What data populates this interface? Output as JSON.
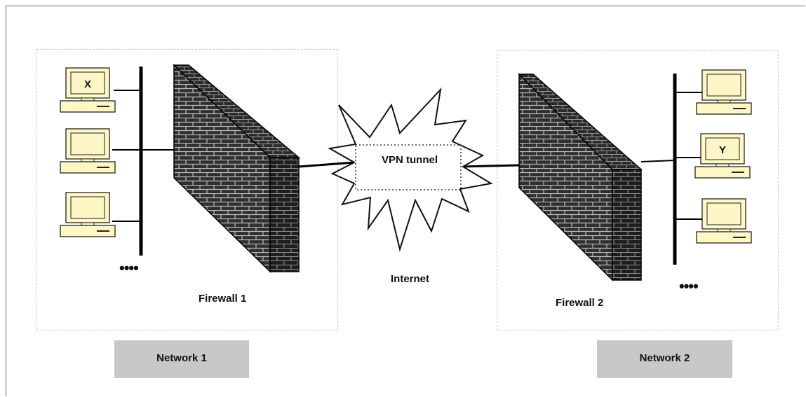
{
  "network1": {
    "label": "Network 1",
    "firewall_label": "Firewall 1",
    "more": "••••",
    "computers": [
      {
        "screen_label": "X"
      },
      {
        "screen_label": ""
      },
      {
        "screen_label": ""
      }
    ]
  },
  "network2": {
    "label": "Network 2",
    "firewall_label": "Firewall 2",
    "more": "••••",
    "computers": [
      {
        "screen_label": ""
      },
      {
        "screen_label": "Y"
      },
      {
        "screen_label": ""
      }
    ]
  },
  "internet": {
    "label": "Internet",
    "tunnel_label": "VPN tunnel"
  },
  "colors": {
    "monitor_screen": "#fcf6c6",
    "monitor_body": "#fff8c4",
    "brick": "#303030",
    "mortar": "#bdbdbd",
    "label_bg": "#c8c8c8"
  }
}
